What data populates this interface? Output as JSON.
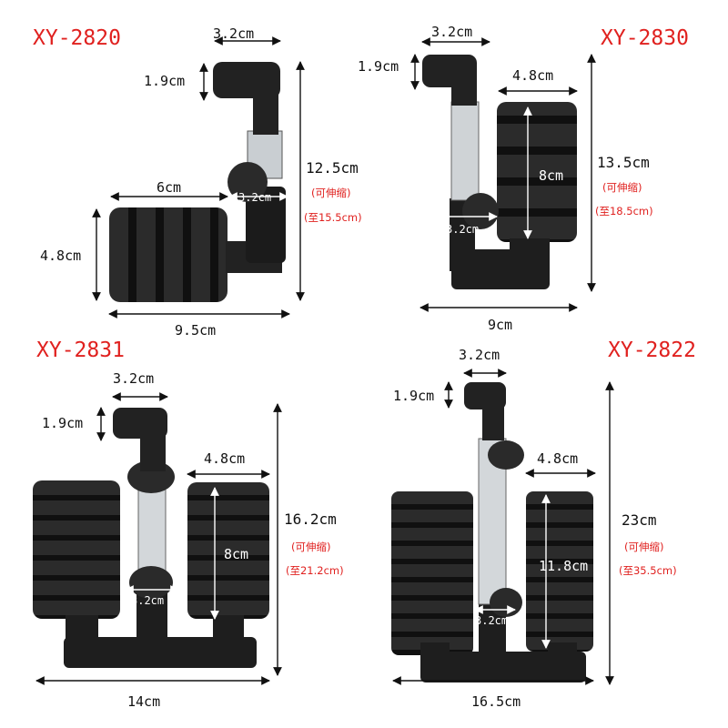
{
  "colors": {
    "model": "#e0211f",
    "note": "#e0211f",
    "dimension": "#111111",
    "sponge": "#262626"
  },
  "panels": [
    {
      "model": "XY-2820",
      "dims": {
        "top_width": "3.2cm",
        "top_height": "1.9cm",
        "sponge_width": "6cm",
        "tube": "3.2cm",
        "sponge_height": "4.8cm",
        "total_width": "9.5cm",
        "height": "12.5cm"
      },
      "note_extendable": "(可伸缩)",
      "note_max": "(至15.5cm)"
    },
    {
      "model": "XY-2830",
      "dims": {
        "top_width": "3.2cm",
        "top_height": "1.9cm",
        "sponge_width": "4.8cm",
        "sponge_height": "8cm",
        "tube": "3.2cm",
        "total_width": "9cm",
        "height": "13.5cm"
      },
      "note_extendable": "(可伸缩)",
      "note_max": "(至18.5cm)"
    },
    {
      "model": "XY-2831",
      "dims": {
        "top_width": "3.2cm",
        "top_height": "1.9cm",
        "sponge_width": "4.8cm",
        "sponge_height": "8cm",
        "tube": "3.2cm",
        "total_width": "14cm",
        "height": "16.2cm"
      },
      "note_extendable": "(可伸缩)",
      "note_max": "(至21.2cm)"
    },
    {
      "model": "XY-2822",
      "dims": {
        "top_width": "3.2cm",
        "top_height": "1.9cm",
        "sponge_width": "4.8cm",
        "sponge_height": "11.8cm",
        "tube": "3.2cm",
        "total_width": "16.5cm",
        "height": "23cm"
      },
      "note_extendable": "(可伸缩)",
      "note_max": "(至35.5cm)"
    }
  ]
}
